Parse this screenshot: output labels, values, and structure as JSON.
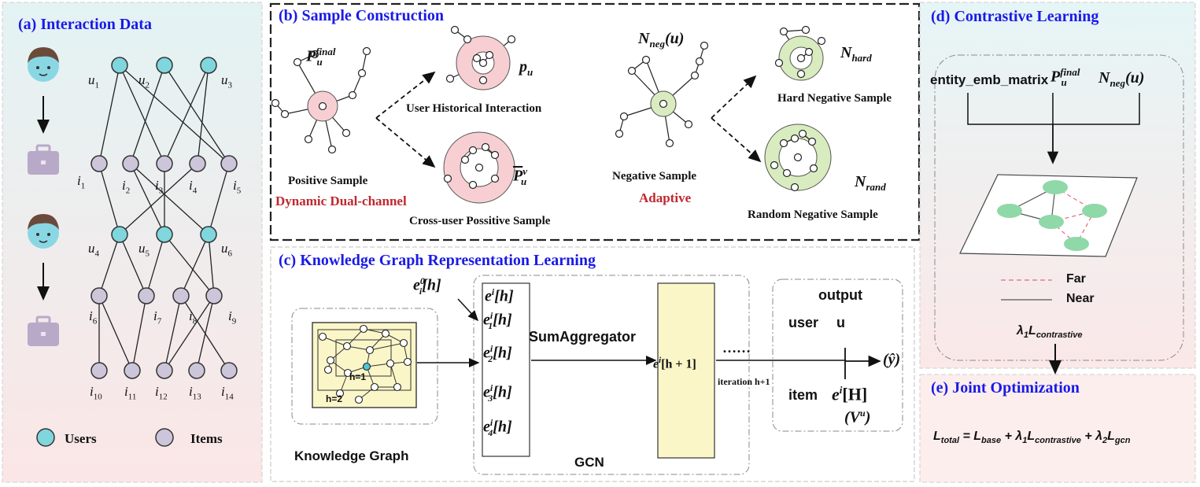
{
  "colors": {
    "title_blue": "#1a1ae6",
    "accent_red": "#c0282f",
    "user_node": "#7fd6dd",
    "item_node": "#cdc5d9",
    "pink_ring": "#f7cfd3",
    "green_ring": "#d9ecc0",
    "yellow_box": "#fbf6c8",
    "cl_node": "#8fd8a8"
  },
  "panel_a": {
    "title": "(a) Interaction Data",
    "users": [
      "u1",
      "u2",
      "u3",
      "u4",
      "u5",
      "u6"
    ],
    "items": [
      "i1",
      "i2",
      "i3",
      "i4",
      "i5",
      "i6",
      "i7",
      "i8",
      "i9",
      "i10",
      "i11",
      "i12",
      "i13",
      "i14"
    ],
    "legend_users": "Users",
    "legend_items": "Items",
    "icons": [
      "user-avatar-icon",
      "briefcase-icon"
    ]
  },
  "panel_b": {
    "title": "(b) Sample Construction",
    "pos_final": "P",
    "pos_final_sup": "final",
    "pos_final_sub": "u",
    "pu": "p",
    "pu_sub": "u",
    "user_hist": "User Historical Interaction",
    "positive_sample": "Positive Sample",
    "dual_channel": "Dynamic Dual-channel",
    "pv": "P",
    "pv_sub": "u",
    "pv_sup": "v",
    "cross_user": "Cross-user Possitive Sample",
    "neg_set": "N",
    "neg_sub": "neg",
    "neg_arg": "(u)",
    "n_hard": "N",
    "n_hard_sub": "hard",
    "hard_neg": "Hard Negative Sample",
    "negative_sample": "Negative Sample",
    "adaptive": "Adaptive",
    "n_rand": "N",
    "n_rand_sub": "rand",
    "random_neg": "Random Negative Sample"
  },
  "panel_c": {
    "title": "(c) Knowledge Graph Representation Learning",
    "kg_label": "Knowledge  Graph",
    "h1": "h=1",
    "h2": "h=2",
    "e0": "e",
    "e0_sup": "0",
    "e0_sub": "i",
    "e0_arg": "[h]",
    "ei_h": "e",
    "ei_sup": "i",
    "ei_arg": "[h]",
    "neighbors": [
      "1",
      "2",
      "3",
      "4"
    ],
    "sum_agg": "SumAggregator",
    "eh1_arg": "[h + 1]",
    "dots": "……",
    "iteration": "iteration h+1",
    "gcn": "GCN",
    "output": "output",
    "user": "user",
    "u": "u",
    "item": "item",
    "eH_arg": "[H]",
    "vu": "(V",
    "vu_sup": "u",
    "vu_close": ")",
    "yhat": "(ŷ)"
  },
  "panel_d": {
    "title": "(d) Contrastive Learning",
    "emb": "entity_emb_matrix",
    "far": "Far",
    "near": "Near",
    "lam1": "λ",
    "lam1_sub": "1",
    "L": "L",
    "contrastive_sub": "contrastive"
  },
  "panel_e": {
    "title": "(e) Joint Optimization",
    "total_sub": "total",
    "eq_base": "= L",
    "base_sub": "base",
    "plus1": "+ λ",
    "plus2": "+ λ",
    "gcn_sub": "gcn"
  }
}
